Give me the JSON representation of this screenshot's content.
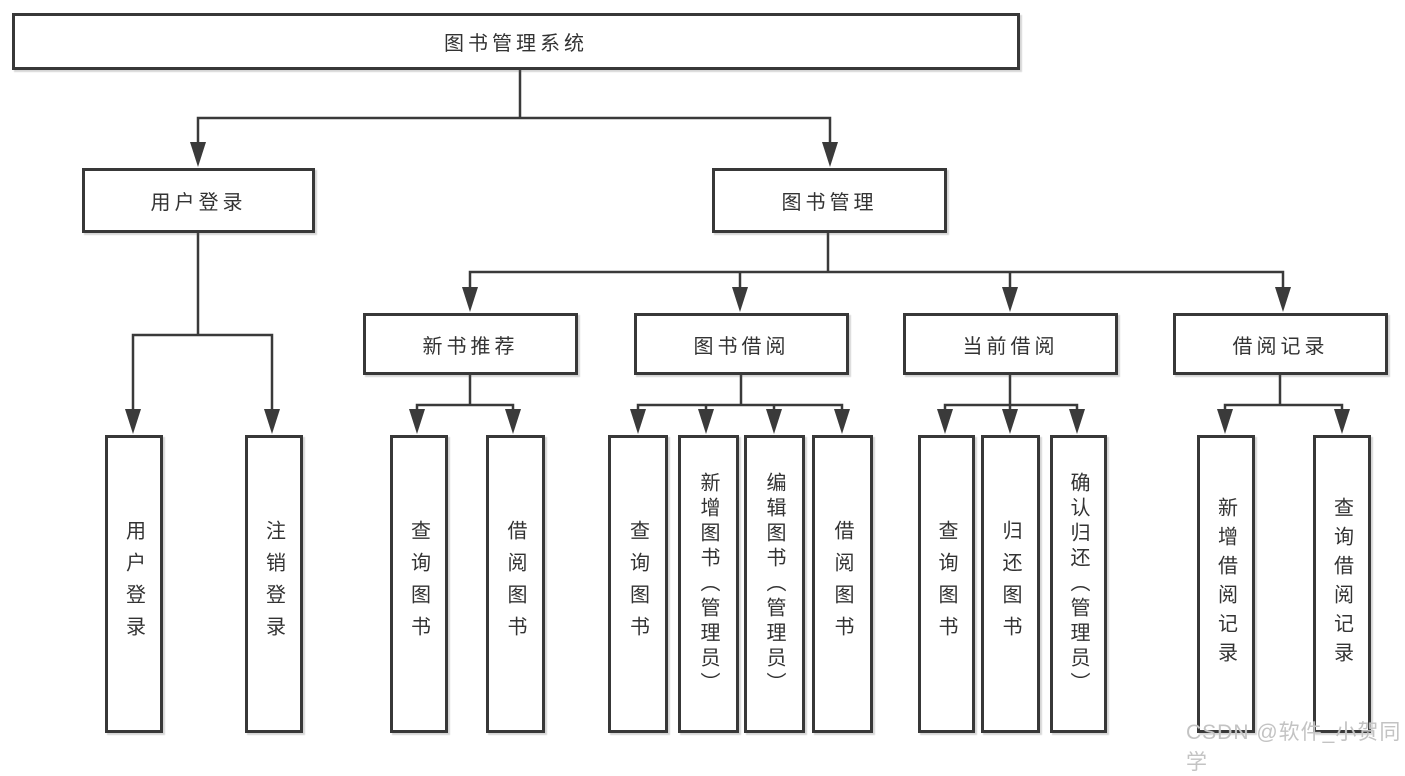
{
  "colors": {
    "line": "#3a3a3a",
    "box_border": "#383838",
    "text": "#333333",
    "background": "#ffffff",
    "watermark": "#c3c3c3"
  },
  "watermark": {
    "text": "CSDN @软件_小贺同学"
  },
  "tree": {
    "root": {
      "label": "图书管理系统"
    },
    "branches": [
      {
        "label": "用户登录",
        "children": [
          {
            "label": "用户登录"
          },
          {
            "label": "注销登录"
          }
        ]
      },
      {
        "label": "图书管理",
        "children": [
          {
            "label": "新书推荐",
            "children": [
              {
                "label": "查询图书"
              },
              {
                "label": "借阅图书"
              }
            ]
          },
          {
            "label": "图书借阅",
            "children": [
              {
                "label": "查询图书"
              },
              {
                "label": "新增图书（管理员）"
              },
              {
                "label": "编辑图书（管理员）"
              },
              {
                "label": "借阅图书"
              }
            ]
          },
          {
            "label": "当前借阅",
            "children": [
              {
                "label": "查询图书"
              },
              {
                "label": "归还图书"
              },
              {
                "label": "确认归还（管理员）"
              }
            ]
          },
          {
            "label": "借阅记录",
            "children": [
              {
                "label": "新增借阅记录"
              },
              {
                "label": "查询借阅记录"
              }
            ]
          }
        ]
      }
    ]
  }
}
